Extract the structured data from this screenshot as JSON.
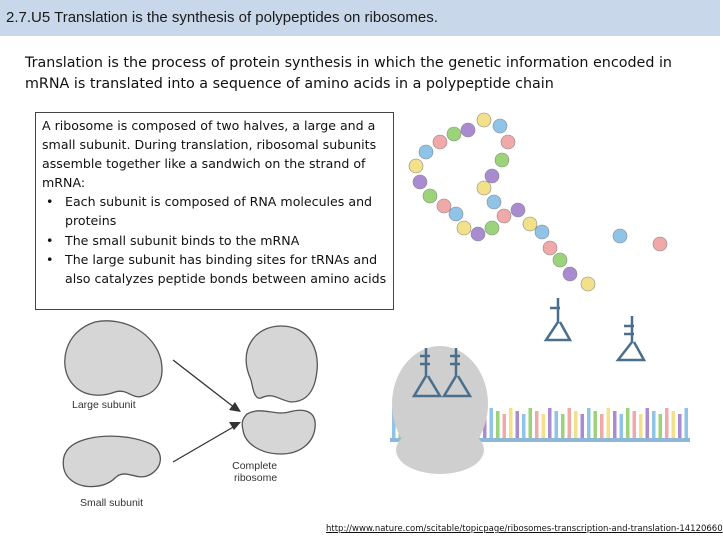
{
  "slide": {
    "title": "2.7.U5 Translation is the synthesis of polypeptides on ribosomes.",
    "intro": "Translation is the process of protein synthesis in which the genetic information encoded in mRNA is translated into a sequence of amino acids in a polypeptide chain"
  },
  "info_box": {
    "lead": "A ribosome is composed of two halves, a large and a small subunit. During translation, ribosomal subunits assemble together like a sandwich on the strand of mRNA:",
    "bullets": [
      "Each subunit is composed of RNA molecules and proteins",
      "The small subunit binds to the mRNA",
      "The large subunit has binding sites for tRNAs and also catalyzes peptide bonds between amino acids"
    ]
  },
  "diagram": {
    "large_subunit_label": "Large subunit",
    "small_subunit_label": "Small subunit",
    "complete_label_line1": "Complete",
    "complete_label_line2": "ribosome"
  },
  "source": {
    "url": "http://www.nature.com/scitable/topicpage/ribosomes-transcription-and-translation-14120660"
  },
  "colors": {
    "title_bar": "#c8d8ea",
    "subunit_fill": "#d6d6d6",
    "ribosome_fill": "#cfcfcf",
    "trna_blue": "#4a6f8c",
    "bead_purple": "#a98bd0",
    "bead_pink": "#f0a8a8",
    "bead_yellow": "#f3e08a",
    "bead_green": "#9bd37a",
    "bead_blue": "#8fc3e8"
  }
}
